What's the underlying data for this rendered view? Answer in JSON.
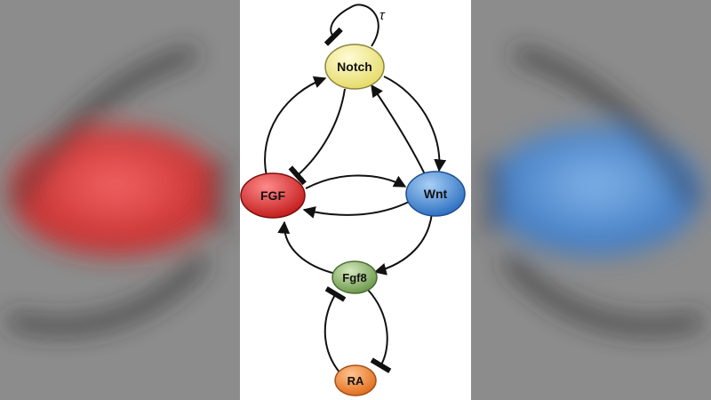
{
  "diagram": {
    "nodes": {
      "notch": {
        "label": "Notch",
        "color": "#f2ec8c"
      },
      "fgf": {
        "label": "FGF",
        "color": "#e23a3a"
      },
      "wnt": {
        "label": "Wnt",
        "color": "#4d8fd6"
      },
      "fgf8": {
        "label": "Fgf8",
        "color": "#8fb86a"
      },
      "ra": {
        "label": "RA",
        "color": "#f08a3a"
      }
    },
    "self_loop_label": "τ",
    "edges": [
      {
        "from": "Notch",
        "to": "Notch",
        "type": "inhibition"
      },
      {
        "from": "FGF",
        "to": "Notch",
        "type": "activation"
      },
      {
        "from": "Notch",
        "to": "FGF",
        "type": "inhibition"
      },
      {
        "from": "Wnt",
        "to": "Notch",
        "type": "activation"
      },
      {
        "from": "Notch",
        "to": "Wnt",
        "type": "activation"
      },
      {
        "from": "FGF",
        "to": "Wnt",
        "type": "activation"
      },
      {
        "from": "Wnt",
        "to": "FGF",
        "type": "activation"
      },
      {
        "from": "Fgf8",
        "to": "FGF",
        "type": "activation"
      },
      {
        "from": "Wnt",
        "to": "Fgf8",
        "type": "activation"
      },
      {
        "from": "RA",
        "to": "Fgf8",
        "type": "inhibition"
      },
      {
        "from": "Fgf8",
        "to": "RA",
        "type": "inhibition"
      }
    ]
  }
}
